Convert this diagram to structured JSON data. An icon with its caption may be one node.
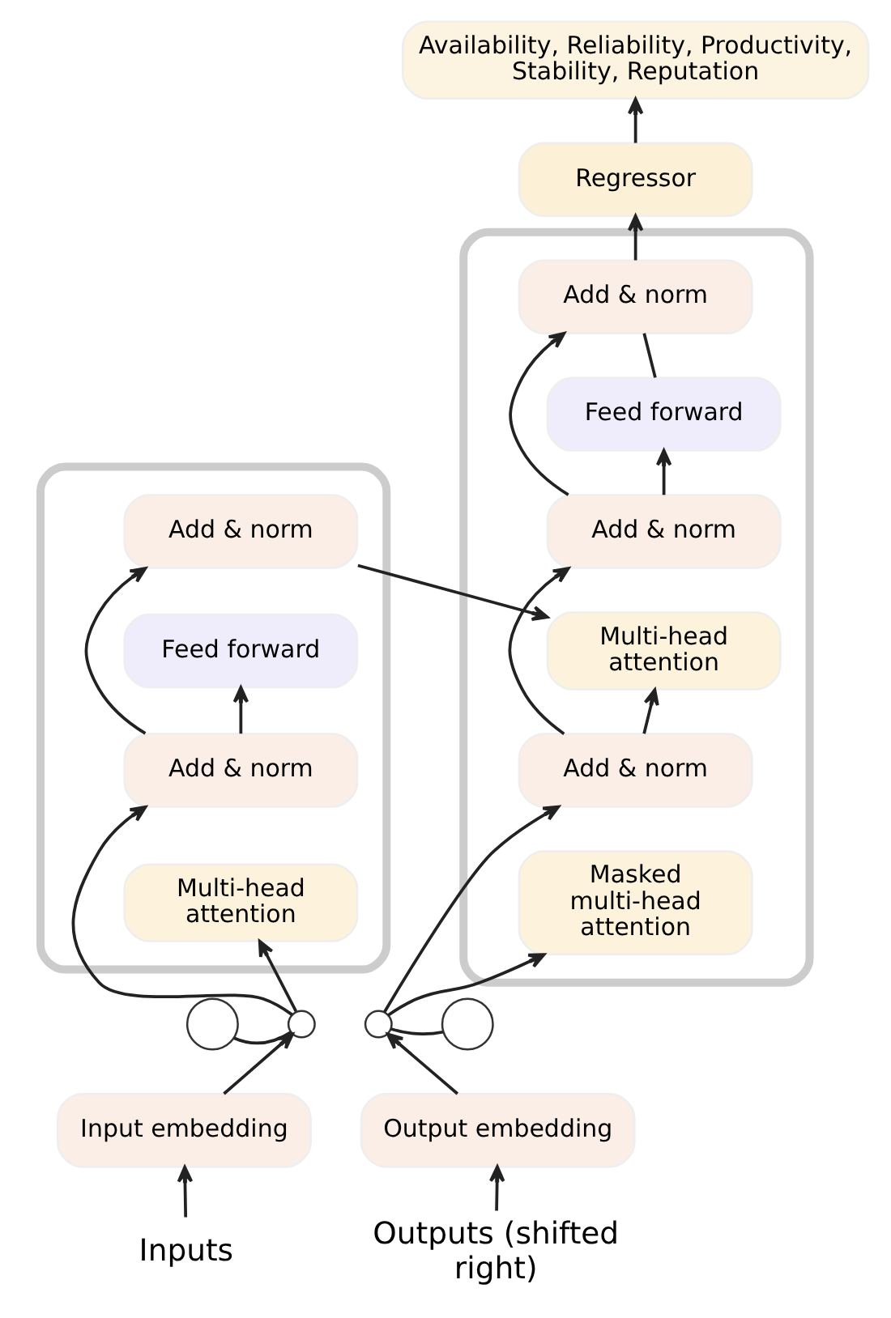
{
  "diagram": {
    "nodes": [
      {
        "text": [],
        "shape": "box"
      },
      {
        "text": [
          "Add & norm"
        ],
        "in": 0
      },
      {
        "text": [
          "Feed forward"
        ],
        "in": 0
      },
      {
        "text": [
          "Add & norm"
        ],
        "in": 0
      },
      {
        "text": [
          "Multi-head attention"
        ],
        "in": 0
      },
      {
        "text": [],
        "shape": "box"
      },
      {
        "text": [
          "Add & norm"
        ],
        "in": 5
      },
      {
        "text": [
          "Feed forward"
        ],
        "in": 5
      },
      {
        "text": [
          "Add & norm"
        ],
        "in": 5
      },
      {
        "text": [
          "Multi-head attention"
        ],
        "in": 5
      },
      {
        "text": [
          "Add & norm"
        ],
        "in": 5
      },
      {
        "text": [
          "Masked multi-head attention"
        ],
        "in": 5
      },
      {
        "text": [
          "Availability, Reliability, Productivity, Stability, Reputation"
        ]
      },
      {
        "text": [
          "Regressor"
        ]
      },
      {
        "text": [],
        "shape": "circle"
      },
      {
        "text": [],
        "shape": "circle"
      },
      {
        "text": [],
        "shape": "circle"
      },
      {
        "text": [],
        "shape": "circle"
      },
      {
        "text": [
          "Input embedding"
        ]
      },
      {
        "text": [
          "Output embedding"
        ]
      },
      {
        "text": [
          "Inputs"
        ]
      },
      {
        "text": [
          "Outputs (shifted right)"
        ]
      }
    ],
    "edges": [
      {
        "from": 20,
        "to": 18,
        "arrow": "to"
      },
      {
        "from": 18,
        "to": 15,
        "arrow": "to"
      },
      {
        "from": 14,
        "to": 15,
        "arrow": "none"
      },
      {
        "from": 15,
        "to": 4,
        "arrow": "to"
      },
      {
        "from": 15,
        "to": 3,
        "arrow": "to"
      },
      {
        "from": 3,
        "to": 2,
        "arrow": "to"
      },
      {
        "from": 3,
        "to": 1,
        "arrow": "to"
      },
      {
        "from": 1,
        "to": 9,
        "arrow": "to"
      },
      {
        "from": 21,
        "to": 19,
        "arrow": "to"
      },
      {
        "from": 19,
        "to": 16,
        "arrow": "to"
      },
      {
        "from": 17,
        "to": 16,
        "arrow": "none"
      },
      {
        "from": 16,
        "to": 11,
        "arrow": "to"
      },
      {
        "from": 16,
        "to": 10,
        "arrow": "to"
      },
      {
        "from": 10,
        "to": 9,
        "arrow": "to"
      },
      {
        "from": 10,
        "to": 8,
        "arrow": "to"
      },
      {
        "from": 8,
        "to": 7,
        "arrow": "to"
      },
      {
        "from": 8,
        "to": 6,
        "arrow": "to"
      },
      {
        "from": 7,
        "to": 6,
        "arrow": "none"
      },
      {
        "from": 6,
        "to": 13,
        "arrow": "to"
      },
      {
        "from": 13,
        "to": 12,
        "arrow": "to"
      }
    ]
  }
}
